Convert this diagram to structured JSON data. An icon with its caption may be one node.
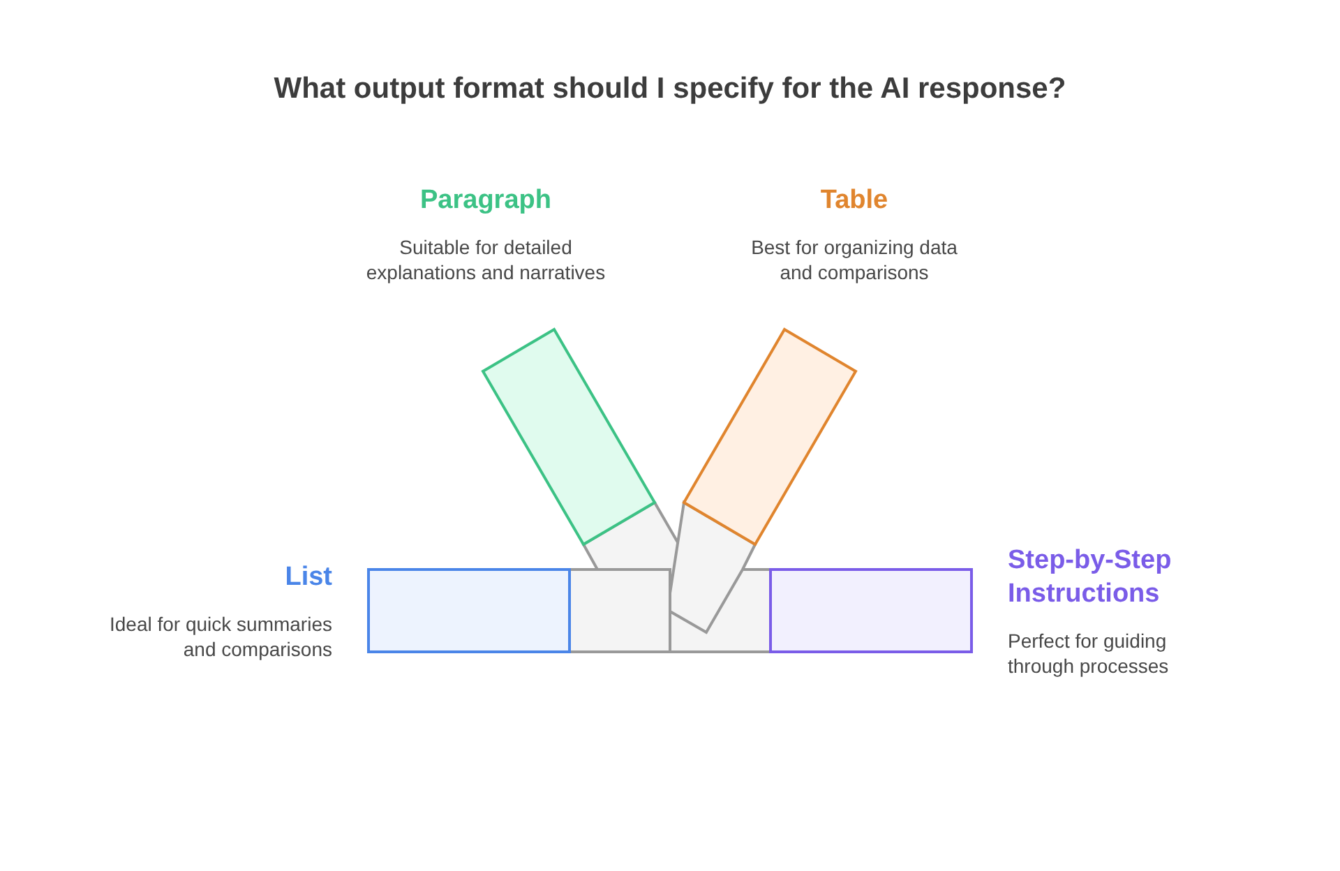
{
  "diagram": {
    "title": "What output format should I specify for the AI response?",
    "nodes": [
      {
        "text": [],
        "shape": "bar",
        "beside": [
          "Paragraph",
          "Suitable for detailed explanations and narratives"
        ]
      },
      {
        "text": [],
        "shape": "bar",
        "beside": [
          "Table",
          "Best for organizing data and comparisons"
        ]
      },
      {
        "text": [],
        "shape": "bar",
        "beside": [
          "List",
          "Ideal for quick summaries and comparisons"
        ]
      },
      {
        "text": [],
        "shape": "bar",
        "beside": [
          "Step-by-Step Instructions",
          "Perfect for guiding through processes"
        ]
      }
    ],
    "edges": []
  }
}
